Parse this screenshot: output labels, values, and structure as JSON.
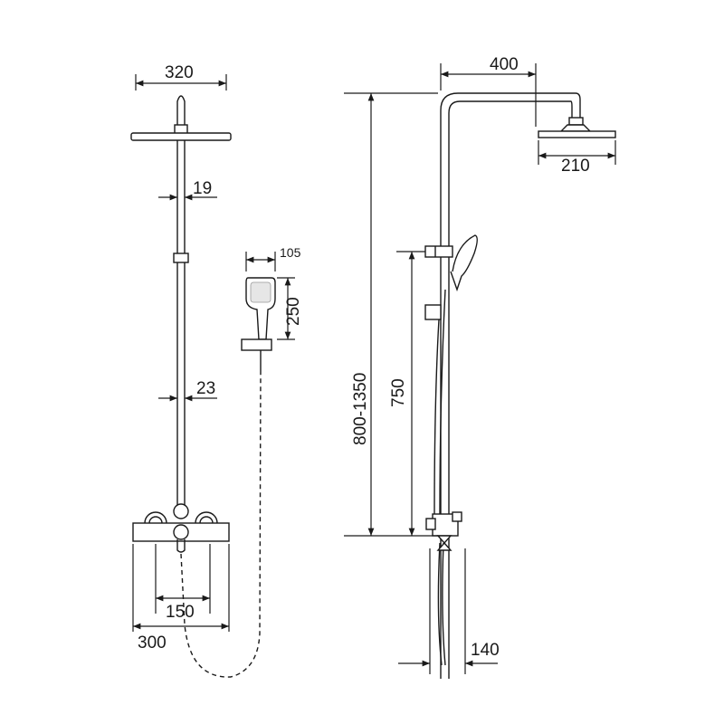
{
  "front_view": {
    "head_width": "320",
    "pipe_upper_diameter": "19",
    "pipe_lower_diameter": "23",
    "mixer_inner_spacing": "150",
    "mixer_width": "300"
  },
  "hand_shower": {
    "head_width": "105",
    "length": "250"
  },
  "side_view": {
    "arm_reach": "400",
    "head_diameter": "210",
    "height_range": "800-1350",
    "slide_rail_height": "750",
    "wall_offset": "140"
  }
}
